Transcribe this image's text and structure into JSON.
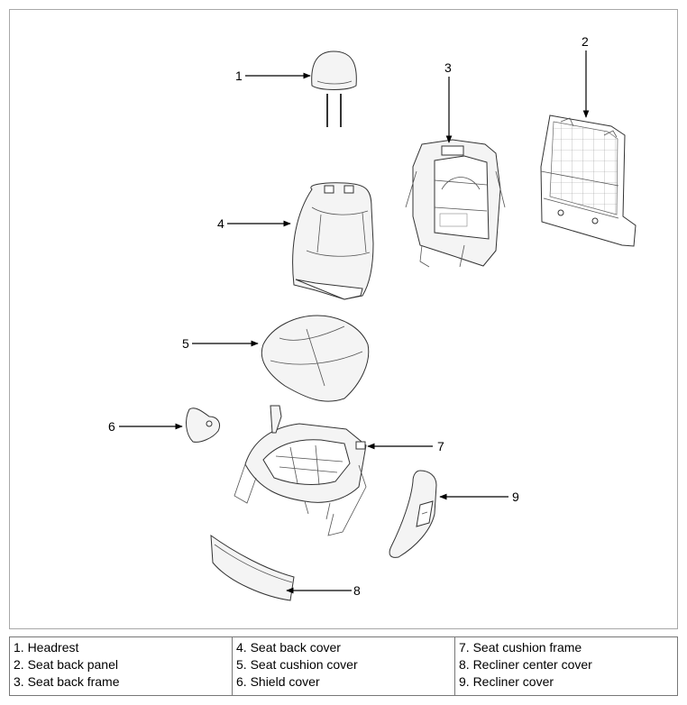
{
  "callouts": [
    {
      "id": "c1",
      "label": "1"
    },
    {
      "id": "c2",
      "label": "2"
    },
    {
      "id": "c3",
      "label": "3"
    },
    {
      "id": "c4",
      "label": "4"
    },
    {
      "id": "c5",
      "label": "5"
    },
    {
      "id": "c6",
      "label": "6"
    },
    {
      "id": "c7",
      "label": "7"
    },
    {
      "id": "c8",
      "label": "8"
    },
    {
      "id": "c9",
      "label": "9"
    }
  ],
  "legend": {
    "columns": [
      [
        "1. Headrest",
        "2. Seat back panel",
        "3. Seat back frame"
      ],
      [
        "4. Seat back cover",
        "5. Seat cushion cover",
        "6. Shield cover"
      ],
      [
        "7. Seat cushion frame",
        "8. Recliner center cover",
        "9. Recliner cover"
      ]
    ]
  }
}
